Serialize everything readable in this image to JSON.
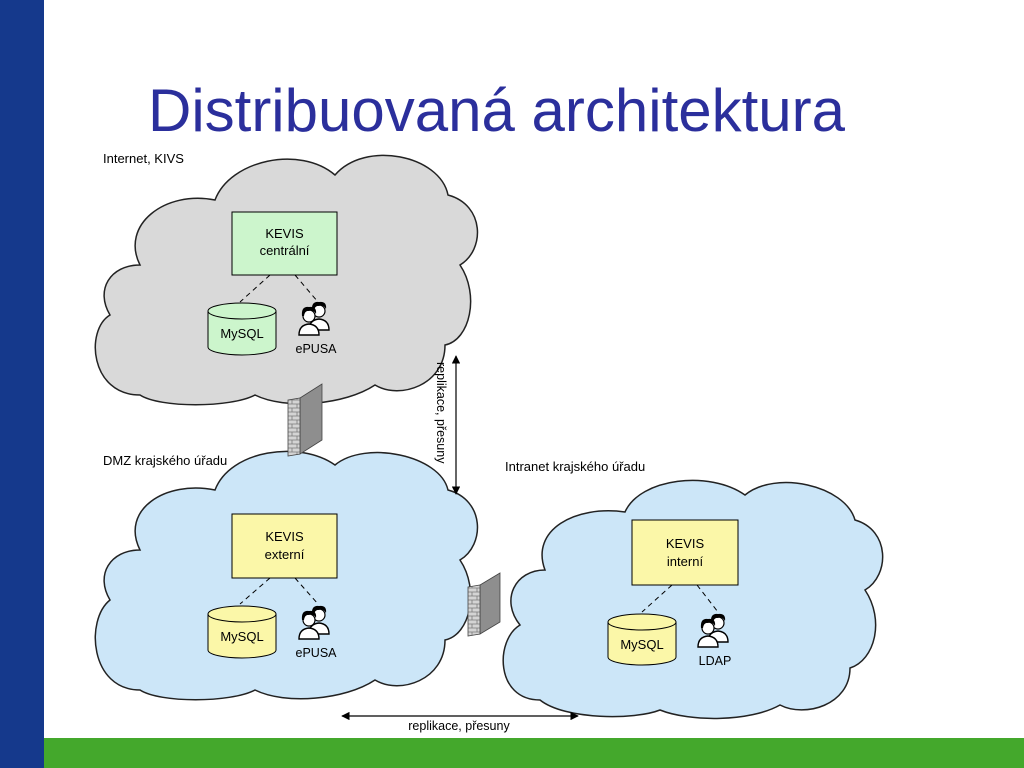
{
  "title": "Distribuovaná architektura",
  "zones": {
    "internet": {
      "label": "Internet, KIVS",
      "fill": "#d9d9d9"
    },
    "dmz": {
      "label": "DMZ krajského úřadu",
      "fill": "#cce6f8"
    },
    "intranet": {
      "label": "Intranet krajského úřadu",
      "fill": "#cce6f8"
    }
  },
  "nodes": {
    "kevis_central": {
      "line1": "KEVIS",
      "line2": "centrální",
      "fill": "#ccf5cc"
    },
    "kevis_external": {
      "line1": "KEVIS",
      "line2": "externí",
      "fill": "#fbf7a8"
    },
    "kevis_internal": {
      "line1": "KEVIS",
      "line2": "interní",
      "fill": "#fbf7a8"
    },
    "db_central": {
      "label": "MySQL",
      "fill": "#ccf5cc"
    },
    "db_external": {
      "label": "MySQL",
      "fill": "#fbf7a8"
    },
    "db_internal": {
      "label": "MySQL",
      "fill": "#fbf7a8"
    },
    "users_central": {
      "label": "ePUSA"
    },
    "users_external": {
      "label": "ePUSA"
    },
    "users_internal": {
      "label": "LDAP"
    }
  },
  "links": {
    "replication_vertical": "replikace, přesuny",
    "replication_horizontal": "replikace, přesuny"
  },
  "colors": {
    "sidebar": "#15398c",
    "bottom_bar": "#44a82c",
    "title": "#2b2f9c",
    "firewall": "#9a9a9a"
  },
  "icons": [
    "firewall-icon",
    "users-icon",
    "database-icon"
  ]
}
